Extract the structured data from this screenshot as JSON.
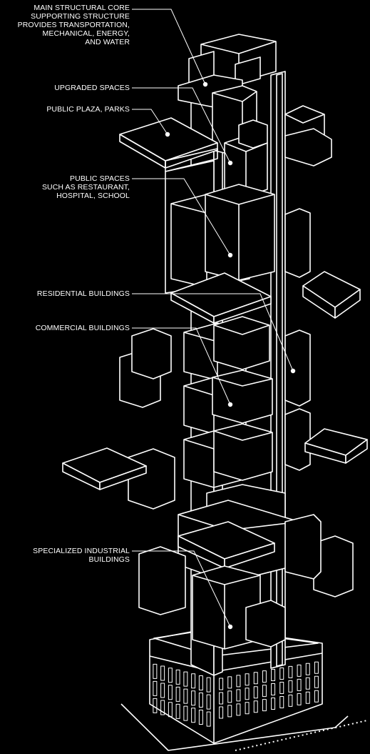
{
  "colors": {
    "background": "#000000",
    "line": "#ffffff"
  },
  "callouts": [
    {
      "id": "core",
      "lines": [
        "MAIN STRUCTURAL CORE",
        "SUPPORTING STRUCTURE",
        "PROVIDES TRANSPORTATION,",
        "MECHANICAL, ENERGY,",
        "AND WATER"
      ]
    },
    {
      "id": "upgraded",
      "lines": [
        "UPGRADED SPACES"
      ]
    },
    {
      "id": "plaza",
      "lines": [
        "PUBLIC PLAZA, PARKS"
      ]
    },
    {
      "id": "public",
      "lines": [
        "PUBLIC SPACES",
        "SUCH AS RESTAURANT,",
        "HOSPITAL, SCHOOL"
      ]
    },
    {
      "id": "residential",
      "lines": [
        "RESIDENTIAL BUILDINGS"
      ]
    },
    {
      "id": "commercial",
      "lines": [
        "COMMERCIAL BUILDINGS"
      ]
    },
    {
      "id": "industrial",
      "lines": [
        "SPECIALIZED INDUSTRIAL",
        "BUILDINGS"
      ]
    }
  ]
}
